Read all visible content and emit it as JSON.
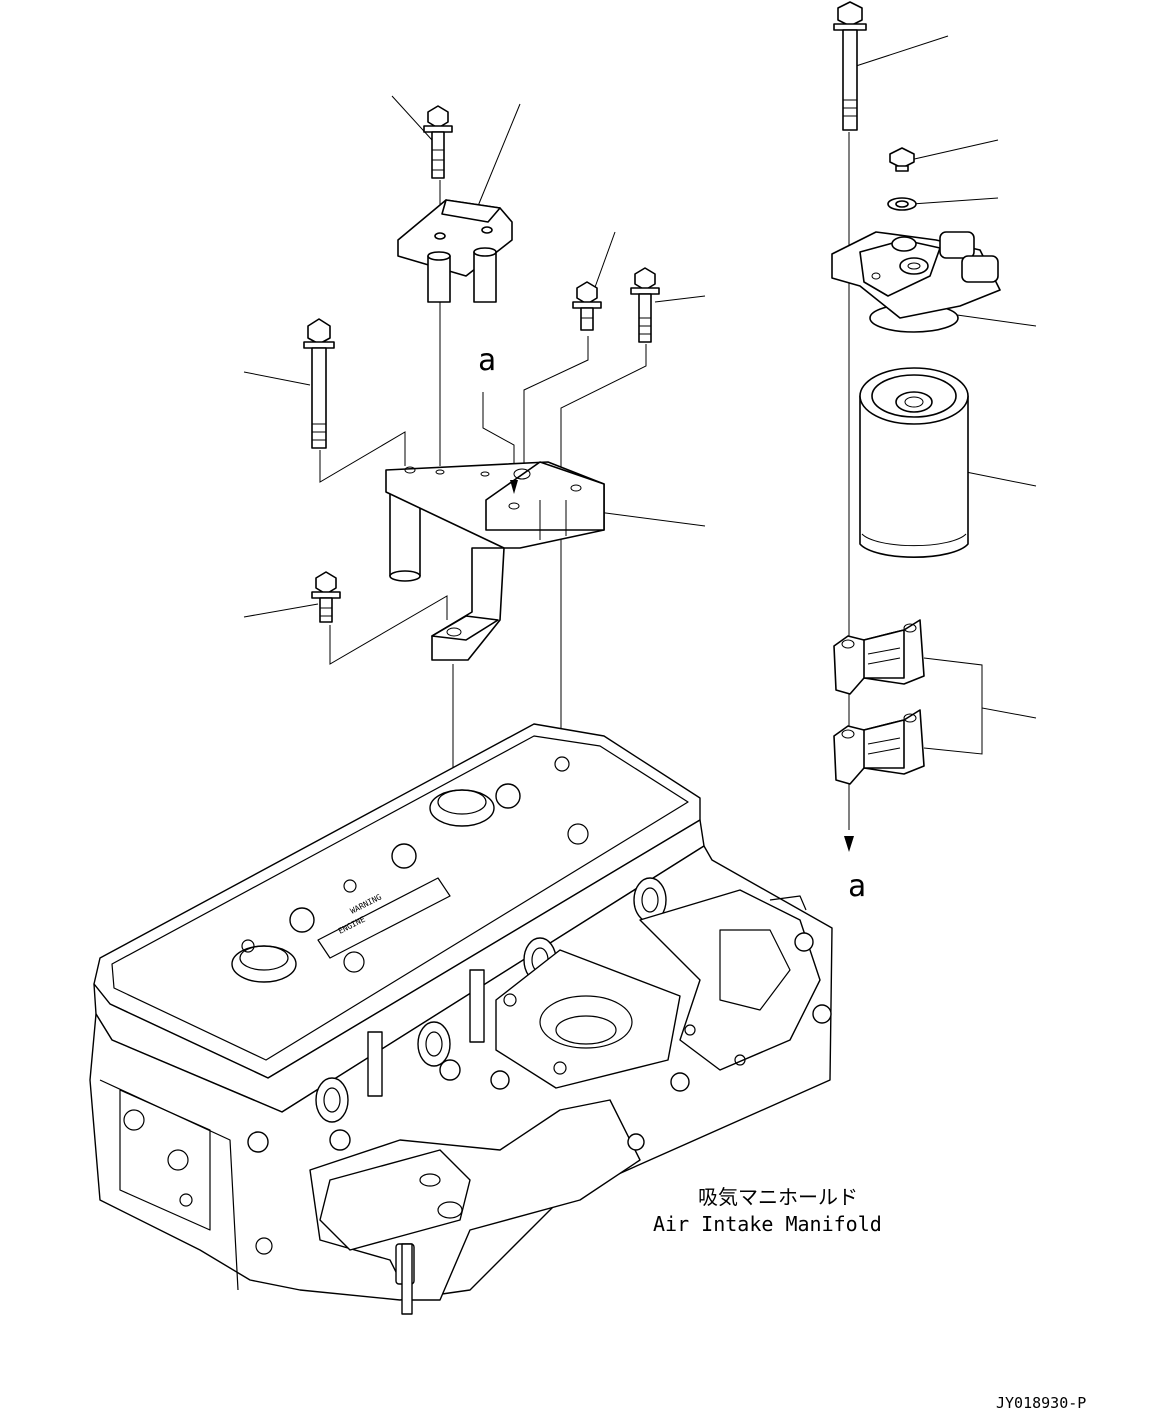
{
  "ref_labels": {
    "a_top": "a",
    "a_bottom": "a"
  },
  "manifold_label": {
    "japanese": "吸気マニホールド",
    "english": "Air Intake Manifold"
  },
  "drawing_code": "JY018930-P",
  "engine_cover_text": {
    "line1": "WARNING",
    "line2": "ENGINE"
  }
}
